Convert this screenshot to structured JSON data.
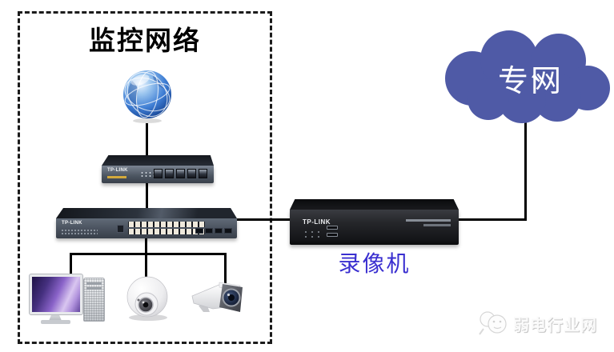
{
  "monitor_box": {
    "title": "监控网络"
  },
  "cloud": {
    "label": "专网",
    "fill_color": "#4f5aa6",
    "text_color": "#ffffff"
  },
  "devices": {
    "router": {
      "brand": "TP-LINK",
      "type": "5-port router"
    },
    "switch": {
      "brand": "TP-LINK",
      "type": "24-port switch"
    },
    "recorder": {
      "brand": "TP-LINK",
      "label": "录像机",
      "label_color": "#3a2fd0"
    }
  },
  "endpoints": {
    "internet_icon": "globe-icon",
    "computer_icon": "desktop-computer-icon",
    "dome_camera_icon": "dome-camera-icon",
    "bullet_camera_icon": "bullet-camera-icon"
  },
  "watermark": {
    "text": "弱电行业网",
    "icon": "speech-bubble-logo-icon"
  },
  "colors": {
    "connector_line": "#000000",
    "dashed_border": "#1b1b1b"
  }
}
